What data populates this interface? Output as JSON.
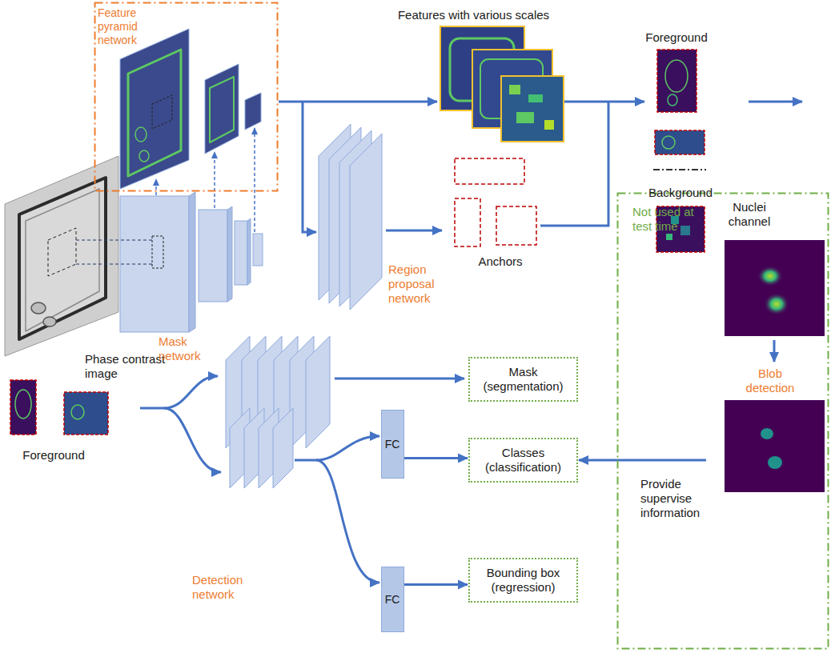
{
  "diagram": {
    "nodes": [
      {
        "text": [
          "Feature pyramid network"
        ]
      },
      {
        "text": [
          "Mask (segmentation)"
        ]
      },
      {
        "text": [
          "FC"
        ]
      },
      {
        "text": [
          "Classes (classification)"
        ]
      },
      {
        "text": [
          "FC"
        ]
      },
      {
        "text": [
          "Bounding box (regression)"
        ]
      },
      {
        "text": [
          "Not used at test time",
          "Nuclei channel",
          "Blob detection",
          "Provide supervise information"
        ]
      }
    ],
    "edges": [
      {
        "from": 2,
        "to": 3,
        "arrow": "to"
      },
      {
        "from": 4,
        "to": 5,
        "arrow": "to"
      },
      {
        "from": 6,
        "to": 3,
        "arrow": "to"
      }
    ],
    "labels": [
      "Features with various scales",
      "Foreground",
      "Background",
      "Region proposal network",
      "Anchors",
      "Phase contrast image",
      "Mask network",
      "Detection network",
      "Foreground"
    ]
  }
}
